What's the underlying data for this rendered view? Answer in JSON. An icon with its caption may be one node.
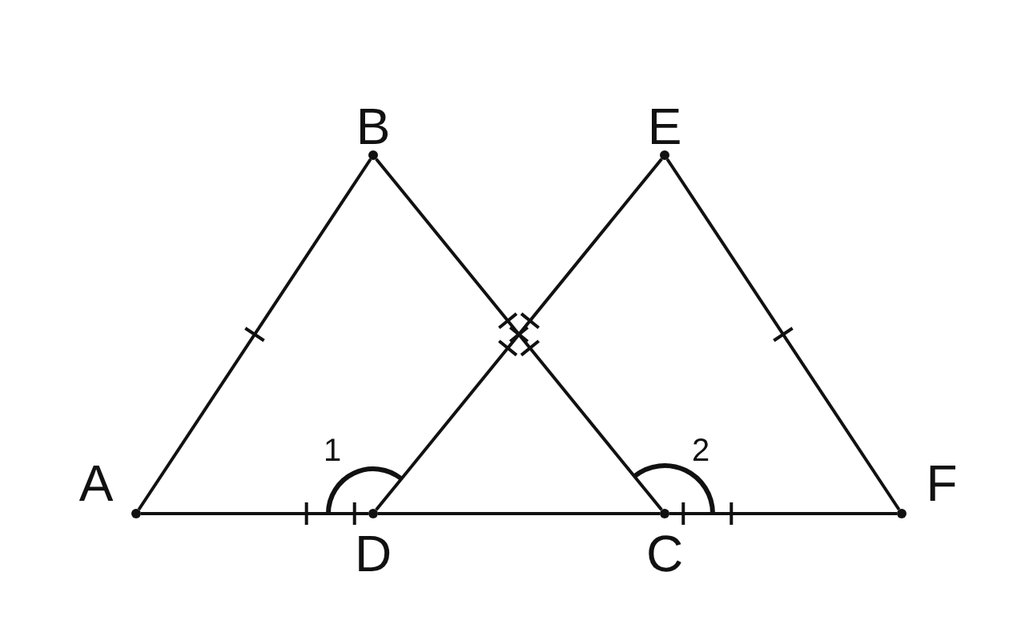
{
  "diagram": {
    "nodes": [
      {
        "text": [
          "A"
        ]
      },
      {
        "text": [
          "B"
        ]
      },
      {
        "text": [
          "E"
        ]
      },
      {
        "text": [
          "F"
        ]
      },
      {
        "text": [
          "D"
        ]
      },
      {
        "text": [
          "C"
        ]
      }
    ],
    "edges": [
      {
        "from": 0,
        "to": 1,
        "arrow": "none"
      },
      {
        "from": 1,
        "to": 5,
        "arrow": "none"
      },
      {
        "from": 4,
        "to": 2,
        "arrow": "none"
      },
      {
        "from": 2,
        "to": 3,
        "arrow": "none"
      },
      {
        "from": 0,
        "to": 4,
        "arrow": "none"
      },
      {
        "from": 4,
        "to": 5,
        "arrow": "none"
      },
      {
        "from": 5,
        "to": 3,
        "arrow": "none"
      }
    ],
    "labels": [
      "1",
      "2"
    ]
  }
}
